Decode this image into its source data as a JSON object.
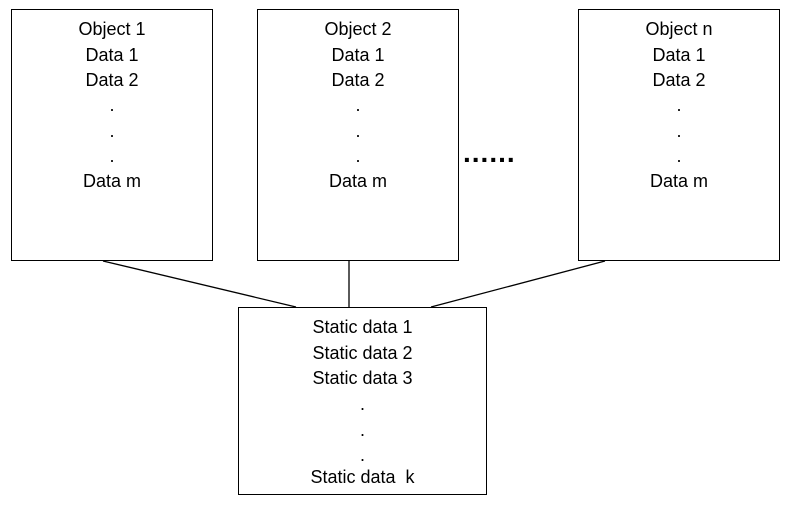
{
  "objects": [
    {
      "title": "Object 1",
      "rows": [
        "Data 1",
        "Data 2"
      ],
      "dots": [
        ".",
        ".",
        "."
      ],
      "last": "Data m"
    },
    {
      "title": "Object 2",
      "rows": [
        "Data 1",
        "Data 2"
      ],
      "dots": [
        ".",
        ".",
        "."
      ],
      "last": "Data m"
    },
    {
      "title": "Object n",
      "rows": [
        "Data 1",
        "Data 2"
      ],
      "dots": [
        ".",
        ".",
        "."
      ],
      "last": "Data m"
    }
  ],
  "ellipsis": "......",
  "static": {
    "rows": [
      "Static data 1",
      "Static data 2",
      "Static data 3"
    ],
    "dots": [
      ".",
      ".",
      "."
    ],
    "last": "Static data  k"
  }
}
